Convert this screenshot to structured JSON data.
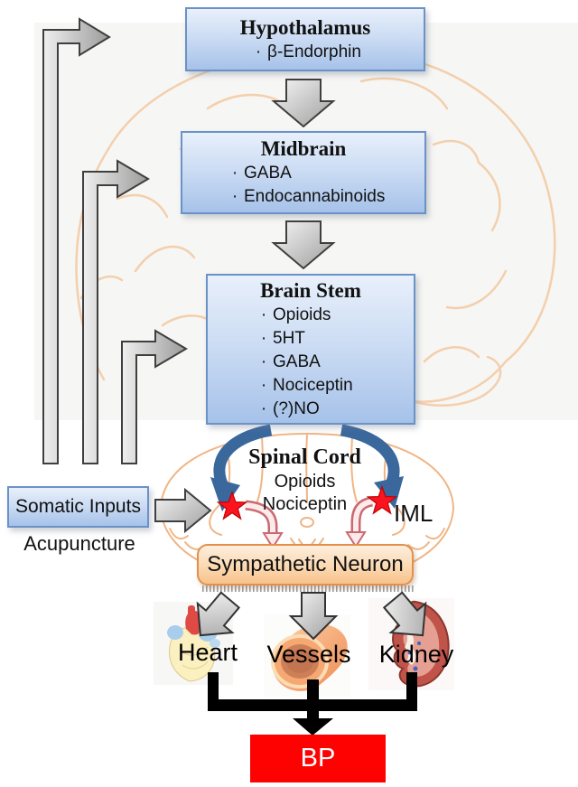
{
  "figure": {
    "bullet": "·",
    "hypothalamus": {
      "title": "Hypothalamus",
      "items": [
        "β-Endorphin"
      ]
    },
    "midbrain": {
      "title": "Midbrain",
      "items": [
        "GABA",
        "Endocannabinoids"
      ]
    },
    "brain_stem": {
      "title": "Brain Stem",
      "items": [
        "Opioids",
        "5HT",
        "GABA",
        "Nociceptin",
        "(?)NO"
      ]
    },
    "spinal_cord": {
      "title": "Spinal Cord",
      "items": [
        "Opioids",
        "Nociceptin"
      ],
      "iml_label": "IML"
    },
    "somatic_inputs": {
      "label": "Somatic Inputs",
      "caption": "Acupuncture"
    },
    "sympathetic_neuron": {
      "label": "Sympathetic Neuron"
    },
    "organs": {
      "heart": "Heart",
      "vessels": "Vessels",
      "kidney": "Kidney"
    },
    "bp": {
      "label": "BP"
    },
    "colors": {
      "box_blue_border": "#6b92c7",
      "box_blue_fill_top": "#e8f0fb",
      "box_blue_fill_bottom": "#a6c2e9",
      "sympathetic_border": "#e38f4e",
      "bp_red": "#fe0202",
      "star_red": "#fb1420",
      "pathway_blue": "#3a689d",
      "brain_outline_orange": "#f3c69b",
      "arrow_gray": "#b8b8b8"
    }
  }
}
